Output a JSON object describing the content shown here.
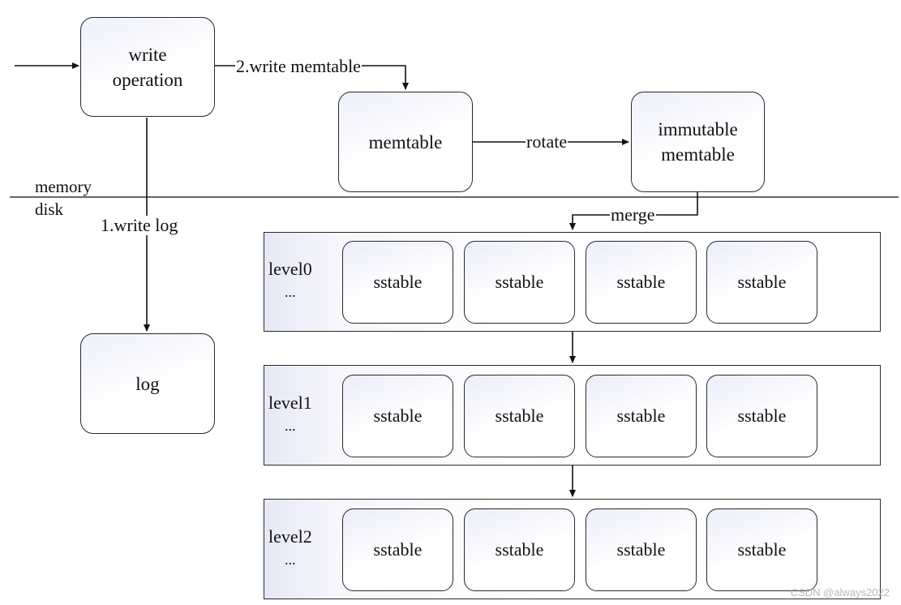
{
  "nodes": {
    "write_operation": [
      "write",
      "operation"
    ],
    "memtable": "memtable",
    "immutable_memtable": [
      "immutable",
      "memtable"
    ],
    "log": "log"
  },
  "edges": {
    "write_memtable": "2.write memtable",
    "write_log": "1.write log",
    "rotate": "rotate",
    "merge": "merge"
  },
  "regions": {
    "memory": "memory",
    "disk": "disk"
  },
  "levels": [
    {
      "label": "level0",
      "dots": "...",
      "sstables": [
        "sstable",
        "sstable",
        "sstable",
        "sstable"
      ]
    },
    {
      "label": "level1",
      "dots": "...",
      "sstables": [
        "sstable",
        "sstable",
        "sstable",
        "sstable"
      ]
    },
    {
      "label": "level2",
      "dots": "...",
      "sstables": [
        "sstable",
        "sstable",
        "sstable",
        "sstable"
      ]
    }
  ],
  "watermark": "CSDN @always2022"
}
